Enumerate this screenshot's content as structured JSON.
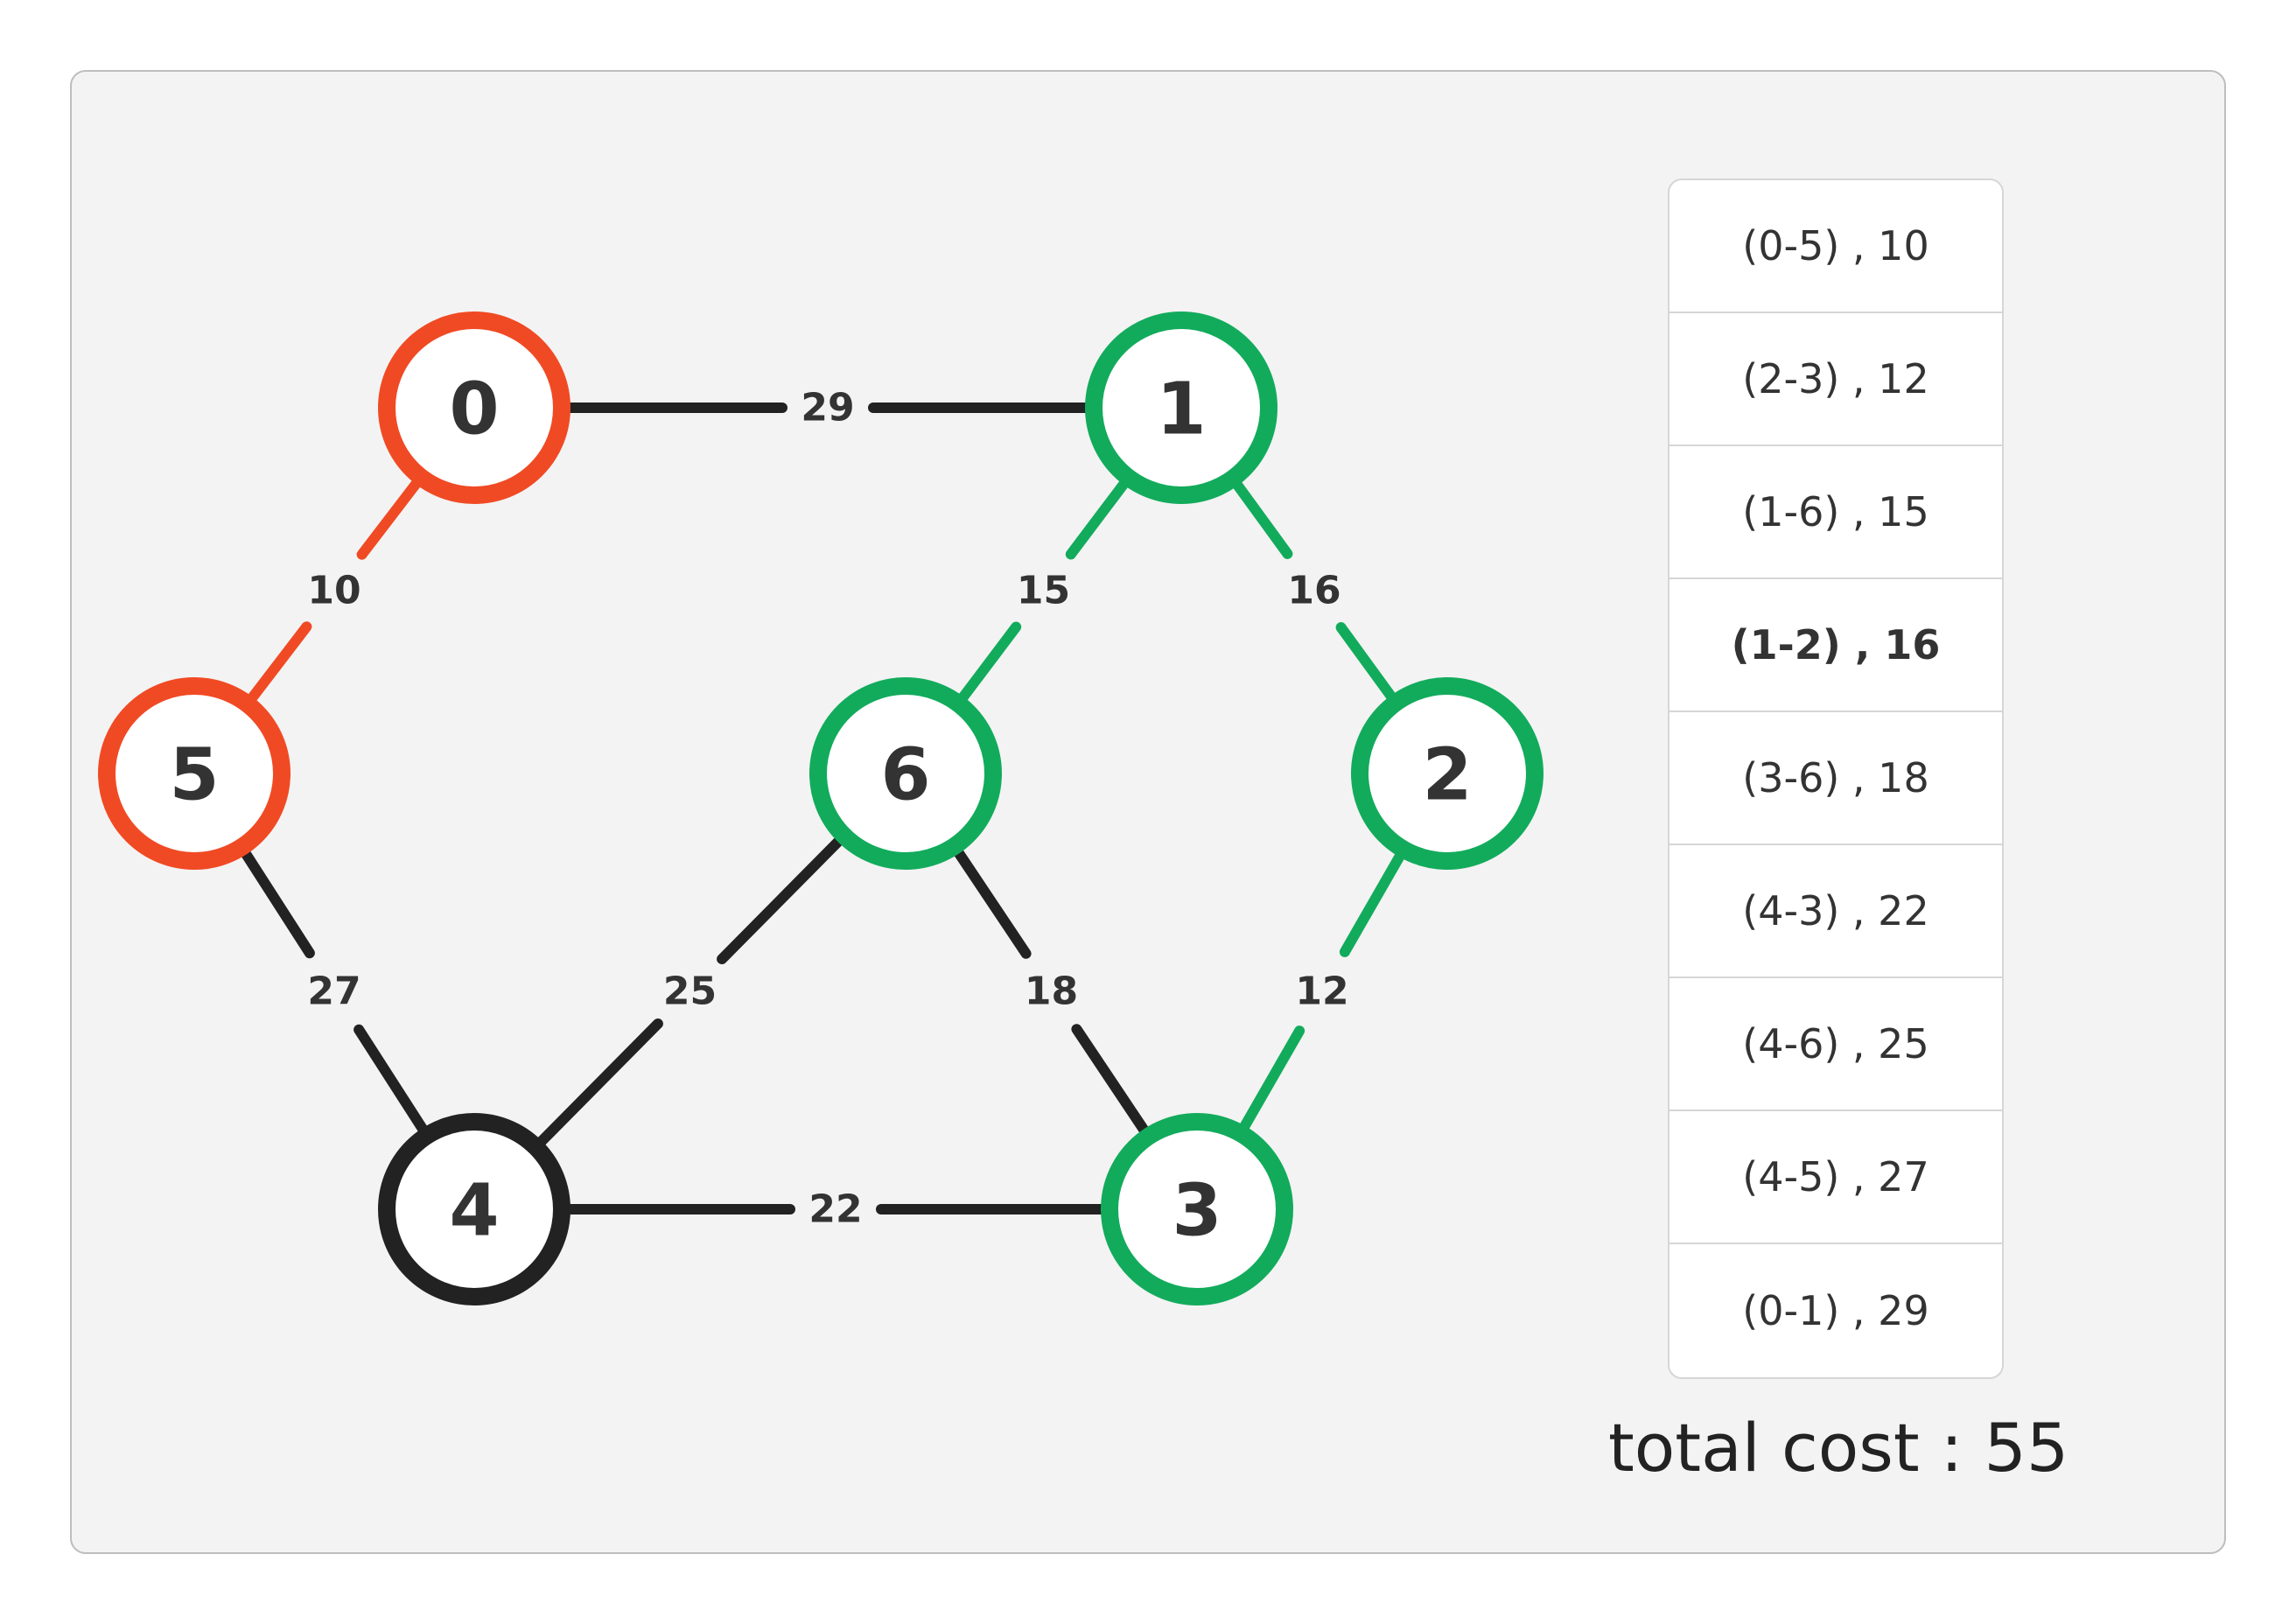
{
  "colors": {
    "red": "#f04a24",
    "green": "#12ab5c",
    "black": "#222222"
  },
  "nodes": [
    {
      "id": "0",
      "color": "red"
    },
    {
      "id": "1",
      "color": "green"
    },
    {
      "id": "2",
      "color": "green"
    },
    {
      "id": "3",
      "color": "green"
    },
    {
      "id": "4",
      "color": "black"
    },
    {
      "id": "5",
      "color": "red"
    },
    {
      "id": "6",
      "color": "green"
    }
  ],
  "edges": [
    {
      "from": "0",
      "to": "1",
      "weight": "29",
      "color": "black"
    },
    {
      "from": "0",
      "to": "5",
      "weight": "10",
      "color": "red"
    },
    {
      "from": "1",
      "to": "6",
      "weight": "15",
      "color": "green"
    },
    {
      "from": "1",
      "to": "2",
      "weight": "16",
      "color": "green"
    },
    {
      "from": "5",
      "to": "4",
      "weight": "27",
      "color": "black"
    },
    {
      "from": "6",
      "to": "4",
      "weight": "25",
      "color": "black"
    },
    {
      "from": "6",
      "to": "3",
      "weight": "18",
      "color": "black"
    },
    {
      "from": "2",
      "to": "3",
      "weight": "12",
      "color": "green"
    },
    {
      "from": "4",
      "to": "3",
      "weight": "22",
      "color": "black"
    }
  ],
  "edge_list": {
    "items": [
      {
        "label": "(0-5) , 10",
        "current": false
      },
      {
        "label": "(2-3) , 12",
        "current": false
      },
      {
        "label": "(1-6) , 15",
        "current": false
      },
      {
        "label": "(1-2) , 16",
        "current": true
      },
      {
        "label": "(3-6) , 18",
        "current": false
      },
      {
        "label": "(4-3) , 22",
        "current": false
      },
      {
        "label": "(4-6) , 25",
        "current": false
      },
      {
        "label": "(4-5) , 27",
        "current": false
      },
      {
        "label": "(0-1) , 29",
        "current": false
      }
    ]
  },
  "total_cost": "total cost : 55"
}
